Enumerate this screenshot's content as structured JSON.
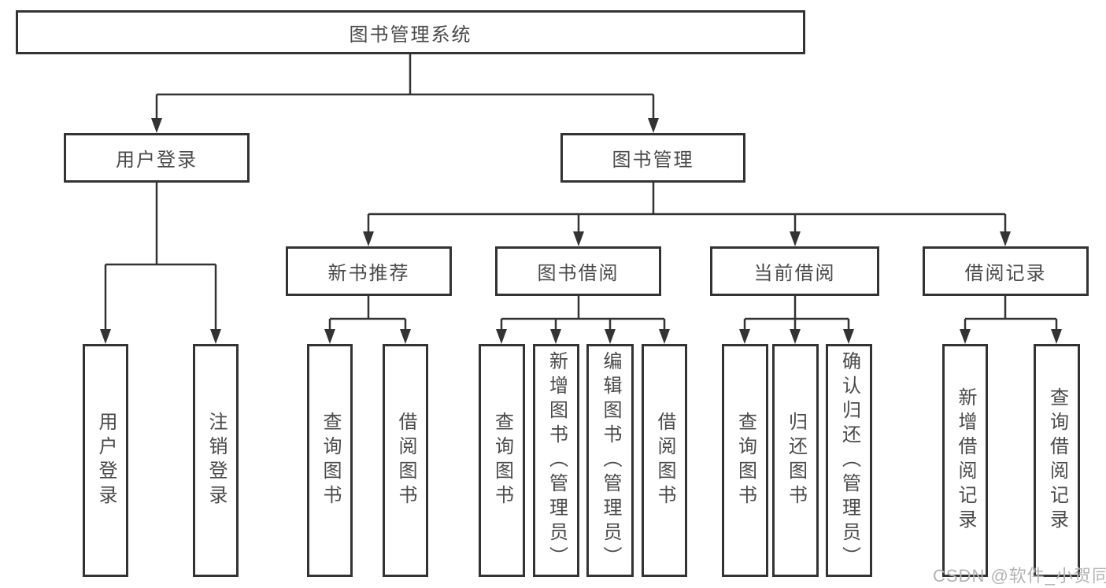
{
  "diagram": {
    "title_node": "图书管理系统",
    "level2": {
      "user_login": "用户登录",
      "book_management": "图书管理"
    },
    "level3": {
      "new_book_recommend": "新书推荐",
      "book_borrowing": "图书借阅",
      "current_borrowing": "当前借阅",
      "borrowing_records": "借阅记录"
    },
    "leaves": {
      "user_login": "用户登录",
      "logout": "注销登录",
      "nb_query_books": "查询图书",
      "nb_borrow_books": "借阅图书",
      "bb_query_books": "查询图书",
      "bb_add_books_admin": "新增图书（管理员）",
      "bb_edit_books_admin": "编辑图书（管理员）",
      "bb_borrow_books": "借阅图书",
      "cb_query_books": "查询图书",
      "cb_return_books": "归还图书",
      "cb_confirm_return_admin": "确认归还（管理员）",
      "br_add_record": "新增借阅记录",
      "br_query_record": "查询借阅记录"
    },
    "watermark": "CSDN @软件_小贺同学",
    "colors": {
      "line": "#333333",
      "text": "#4a4a4a",
      "watermark": "#b3b3b3",
      "background": "#ffffff"
    }
  }
}
